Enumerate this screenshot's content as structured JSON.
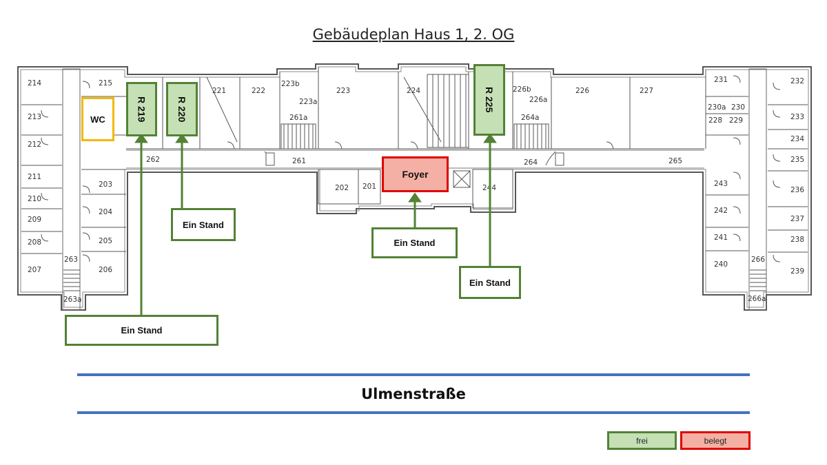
{
  "title": "Gebäudeplan Haus 1, 2. OG",
  "street": "Ulmenstraße",
  "rooms": {
    "r214": "214",
    "r215": "215",
    "r213": "213",
    "r212": "212",
    "r211": "211",
    "r210": "210",
    "r209": "209",
    "r208": "208",
    "r207": "207",
    "r206": "206",
    "r205": "205",
    "r204": "204",
    "r203": "203",
    "r263": "263",
    "r263a": "263a",
    "r262": "262",
    "r221": "221",
    "r222": "222",
    "r223b": "223b",
    "r223a": "223a",
    "r223": "223",
    "r224": "224",
    "r261a": "261a",
    "r261": "261",
    "r202": "202",
    "r201": "201",
    "r244": "244",
    "r226b": "226b",
    "r226a": "226a",
    "r264a": "264a",
    "r264": "264",
    "r226": "226",
    "r227": "227",
    "r265": "265",
    "r231": "231",
    "r230a": "230a",
    "r230": "230",
    "r228": "228",
    "r229": "229",
    "r232": "232",
    "r233": "233",
    "r234": "234",
    "r235": "235",
    "r236": "236",
    "r237": "237",
    "r238": "238",
    "r239": "239",
    "r243": "243",
    "r242": "242",
    "r241": "241",
    "r240": "240",
    "r266": "266",
    "r266a": "266a"
  },
  "highlights": {
    "r219": "R 219",
    "r220": "R 220",
    "r225": "R 225",
    "foyer": "Foyer",
    "wc": "WC"
  },
  "stands": {
    "stand1": "Ein Stand",
    "stand2": "Ein Stand",
    "stand3": "Ein Stand",
    "stand4": "Ein Stand"
  },
  "legend": {
    "free": "frei",
    "busy": "belegt"
  },
  "colors": {
    "free_fill": "#c5e0b4",
    "free_border": "#538135",
    "busy_fill": "#f4b0a4",
    "busy_border": "#e00000",
    "wc_border": "#f2b800",
    "street_line": "#4472c4"
  }
}
